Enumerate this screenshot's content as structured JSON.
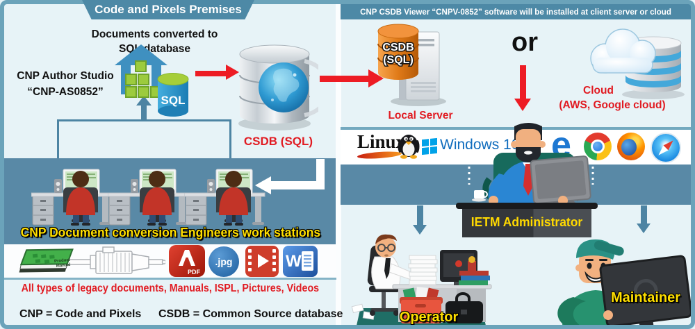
{
  "colors": {
    "frame_teal": "#6ba3ba",
    "banner_teal": "#4d89a6",
    "panel_blue": "#5989a6",
    "bg_light": "#e7f3f7",
    "accent_red": "#e11b22",
    "arrow_red": "#ed1c24",
    "arrow_steel": "#4d84a3",
    "label_yellow": "#ffdf00"
  },
  "premises": {
    "header": "Code and Pixels Premises",
    "converted_line1": "Documents converted to",
    "converted_line2": "SQL database",
    "author_line1": "CNP Author Studio",
    "author_line2": "“CNP-AS0852”",
    "sql_badge": "SQL",
    "csdb_label": "CSDB (SQL)"
  },
  "banner": {
    "text": "CNP CSDB Viewer “CNPV-0852” software will be installed at client server or cloud"
  },
  "deployment": {
    "db_line1": "CSDB",
    "db_line2": "(SQL)",
    "local_server": "Local Server",
    "or": "or",
    "cloud": "Cloud",
    "cloud_sub": "(AWS, Google cloud)"
  },
  "platforms": {
    "linux": "Linux",
    "windows": "Windows 10"
  },
  "roles": {
    "admin": "IETM Administrator",
    "operator": "Operator",
    "maintainer": "Maintainer"
  },
  "workstations": {
    "label": "CNP Document conversion Engineers work stations"
  },
  "legacy": {
    "caption": "All types of legacy documents, Manuals, ISPL, Pictures, Videos",
    "product_manual_line1": "Product",
    "product_manual_line2": "Manual",
    "pdf": "PDF",
    "jpg": ".jpg",
    "word": "W"
  },
  "definitions": {
    "cnp": "CNP = Code and Pixels",
    "csdb": "CSDB = Common Source database"
  },
  "icons": {
    "edge_glyph": "e"
  }
}
